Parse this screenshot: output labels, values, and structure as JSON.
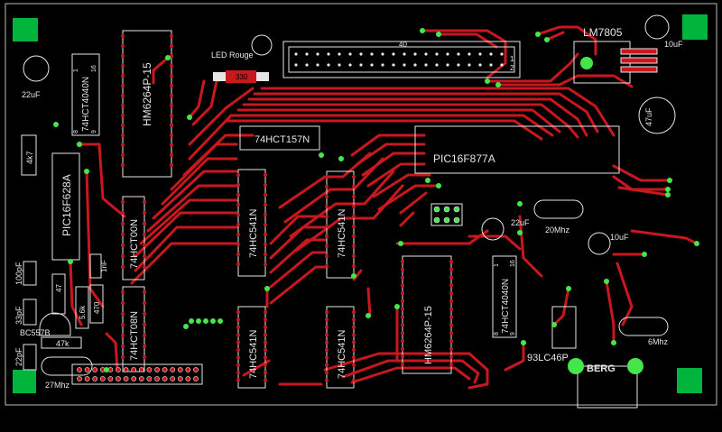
{
  "board_labels": {
    "lm7805": "LM7805",
    "led": "LED Rouge",
    "r330": "330",
    "connector": "40",
    "conn1": "1",
    "conn2": "2",
    "cap10uf_a": "10uF",
    "cap47uf": "47uF",
    "cap22uf_left": "22uF",
    "res4k7": "4k7",
    "pic16f628a": "PIC16F628A",
    "ic74hct4040n_a": "74HCT4040N",
    "hm6264_a": "HM6264P-15",
    "ic74hct157n": "74HCT157N",
    "pic16f877a": "PIC16F877A",
    "ic74hct00n": "74HCT00N",
    "ic74hc541n_a": "74HC541N",
    "ic74hc541n_b": "74HC541N",
    "ic74hct08n": "74HCT08N",
    "ic74hc541n_c": "74HC541N",
    "ic74hc541n_d": "74HC541N",
    "hm6264_b": "HM6264P-15",
    "ic74hct4040n_b": "74HCT4040N",
    "ic93lc46p": "93LC46P",
    "cap22uf_mid": "22uF",
    "xtal20mhz": "20Mhz",
    "cap10uf_b": "10uF",
    "xtal6mhz": "6Mhz",
    "xtal27mhz": "27Mhz",
    "cap100pf": "100pF",
    "cap33pf": "33pF",
    "cap22pf": "22pF",
    "bc557b": "BC557B",
    "r47k": "47k",
    "r47": "47",
    "r470": "470",
    "r56k": "5.6k",
    "cap1nf": "1nF",
    "berg": "BERG",
    "pin16": "16",
    "pin1": "1",
    "pin8": "8",
    "pin9": "9"
  },
  "colors": {
    "background": "#000000",
    "trace": "#c8181e",
    "silk": "#e6e6e6",
    "pad": "#46e64a",
    "corner_pad": "#00b43c"
  }
}
